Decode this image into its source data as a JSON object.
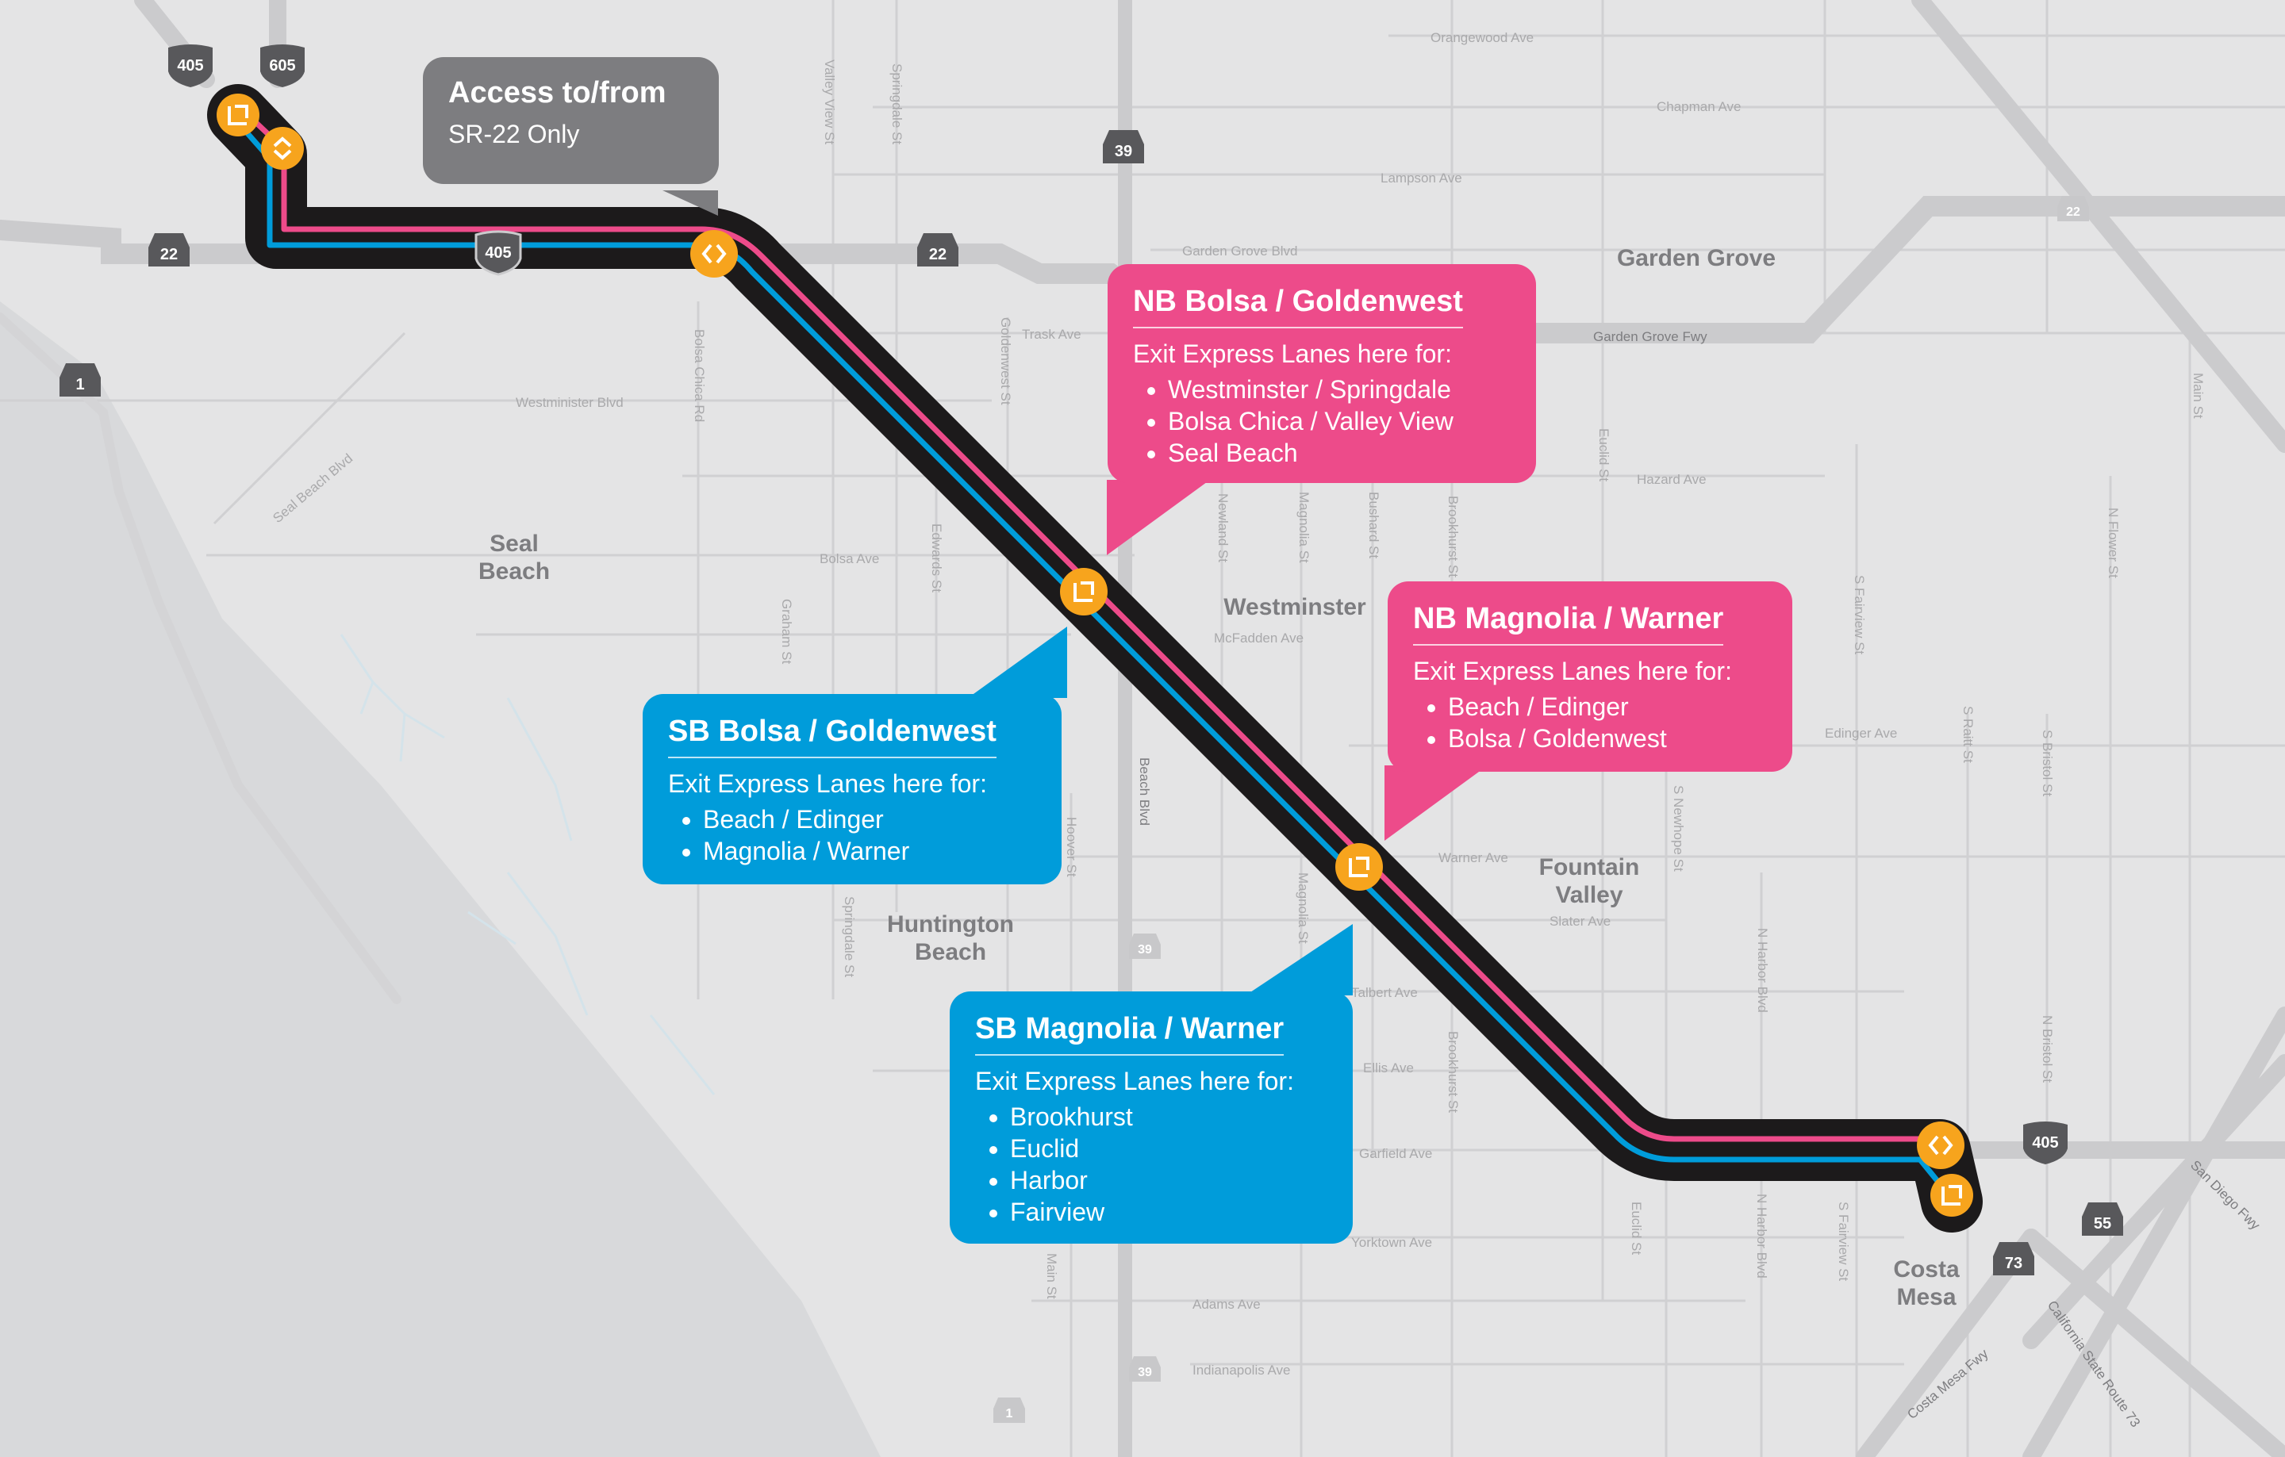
{
  "colors": {
    "land": "#e4e4e5",
    "ocean": "#d8d9db",
    "road": "#cbcbcd",
    "freeway_band": "#1c1a1b",
    "express_nb": "#ed4b8a",
    "express_sb": "#009cda",
    "access_point": "#f7a41d",
    "callout_nb": "#ed4b8a",
    "callout_sb": "#009cda",
    "callout_note": "#7d7d80"
  },
  "cities": [
    {
      "id": "seal-beach",
      "lines": [
        "Seal",
        "Beach"
      ]
    },
    {
      "id": "garden-grove",
      "lines": [
        "Garden Grove"
      ]
    },
    {
      "id": "westminster",
      "lines": [
        "Westminster"
      ]
    },
    {
      "id": "fountain-valley",
      "lines": [
        "Fountain",
        "Valley"
      ]
    },
    {
      "id": "huntington-beach",
      "lines": [
        "Huntington",
        "Beach"
      ]
    },
    {
      "id": "costa-mesa",
      "lines": [
        "Costa",
        "Mesa"
      ]
    }
  ],
  "streets": [
    "Orangewood Ave",
    "Chapman Ave",
    "Lampson Ave",
    "Garden Grove Blvd",
    "Garden Grove Fwy",
    "Trask Ave",
    "Westminister Blvd",
    "Hazard Ave",
    "Bolsa Ave",
    "McFadden Ave",
    "Edinger Ave",
    "Warner Ave",
    "Slater Ave",
    "Talbert Ave",
    "Ellis Ave",
    "Garfield Ave",
    "Yorktown Ave",
    "Adams Ave",
    "Indianapolis Ave",
    "Seal Beach Blvd",
    "Valley View St",
    "Springdale St",
    "Bolsa Chica Rd",
    "Goldenwest St",
    "Edwards St",
    "Graham St",
    "Newland St",
    "Magnolia St",
    "Bushard St",
    "Brookhurst St",
    "Euclid St",
    "Beach Blvd",
    "Hoover St",
    "Springdale St",
    "Magnolia St",
    "Brookhurst St",
    "S Newhope St",
    "N Harbor Blvd",
    "S Fairview St",
    "S Raitt St",
    "S Bristol St",
    "N Flower St",
    "Main St",
    "N Bristol St",
    "Euclid St",
    "N Harbor Blvd",
    "S Fairview St",
    "Main St",
    "San Diego Fwy",
    "California State Route 73",
    "Costa Mesa Fwy"
  ],
  "shields": {
    "interstate": [
      "405",
      "605",
      "405",
      "405"
    ],
    "state": [
      "22",
      "22",
      "22",
      "39",
      "1",
      "39",
      "39",
      "55",
      "73",
      "1"
    ]
  },
  "callouts": {
    "access": {
      "title": "Access to/from",
      "subtitle": "SR-22 Only"
    },
    "nb_bolsa": {
      "title": "NB Bolsa / Goldenwest",
      "subtitle": "Exit Express Lanes here for:",
      "items": [
        "Westminster / Springdale",
        "Bolsa Chica / Valley View",
        "Seal Beach"
      ]
    },
    "sb_bolsa": {
      "title": "SB Bolsa / Goldenwest",
      "subtitle": "Exit Express Lanes here for:",
      "items": [
        "Beach / Edinger",
        "Magnolia / Warner"
      ]
    },
    "nb_magnolia": {
      "title": "NB Magnolia / Warner",
      "subtitle": "Exit Express Lanes here for:",
      "items": [
        "Beach / Edinger",
        "Bolsa / Goldenwest"
      ]
    },
    "sb_magnolia": {
      "title": "SB Magnolia / Warner",
      "subtitle": "Exit Express Lanes here for:",
      "items": [
        "Brookhurst",
        "Euclid",
        "Harbor",
        "Fairview"
      ]
    }
  },
  "access_points": [
    {
      "id": "n-end-1",
      "icon": "exit-icon"
    },
    {
      "id": "n-end-2",
      "icon": "access-both-icon"
    },
    {
      "id": "sr22",
      "icon": "access-both-icon"
    },
    {
      "id": "bolsa",
      "icon": "exit-icon"
    },
    {
      "id": "magnolia",
      "icon": "exit-icon"
    },
    {
      "id": "s-end-1",
      "icon": "access-both-icon"
    },
    {
      "id": "s-end-2",
      "icon": "exit-icon"
    }
  ]
}
